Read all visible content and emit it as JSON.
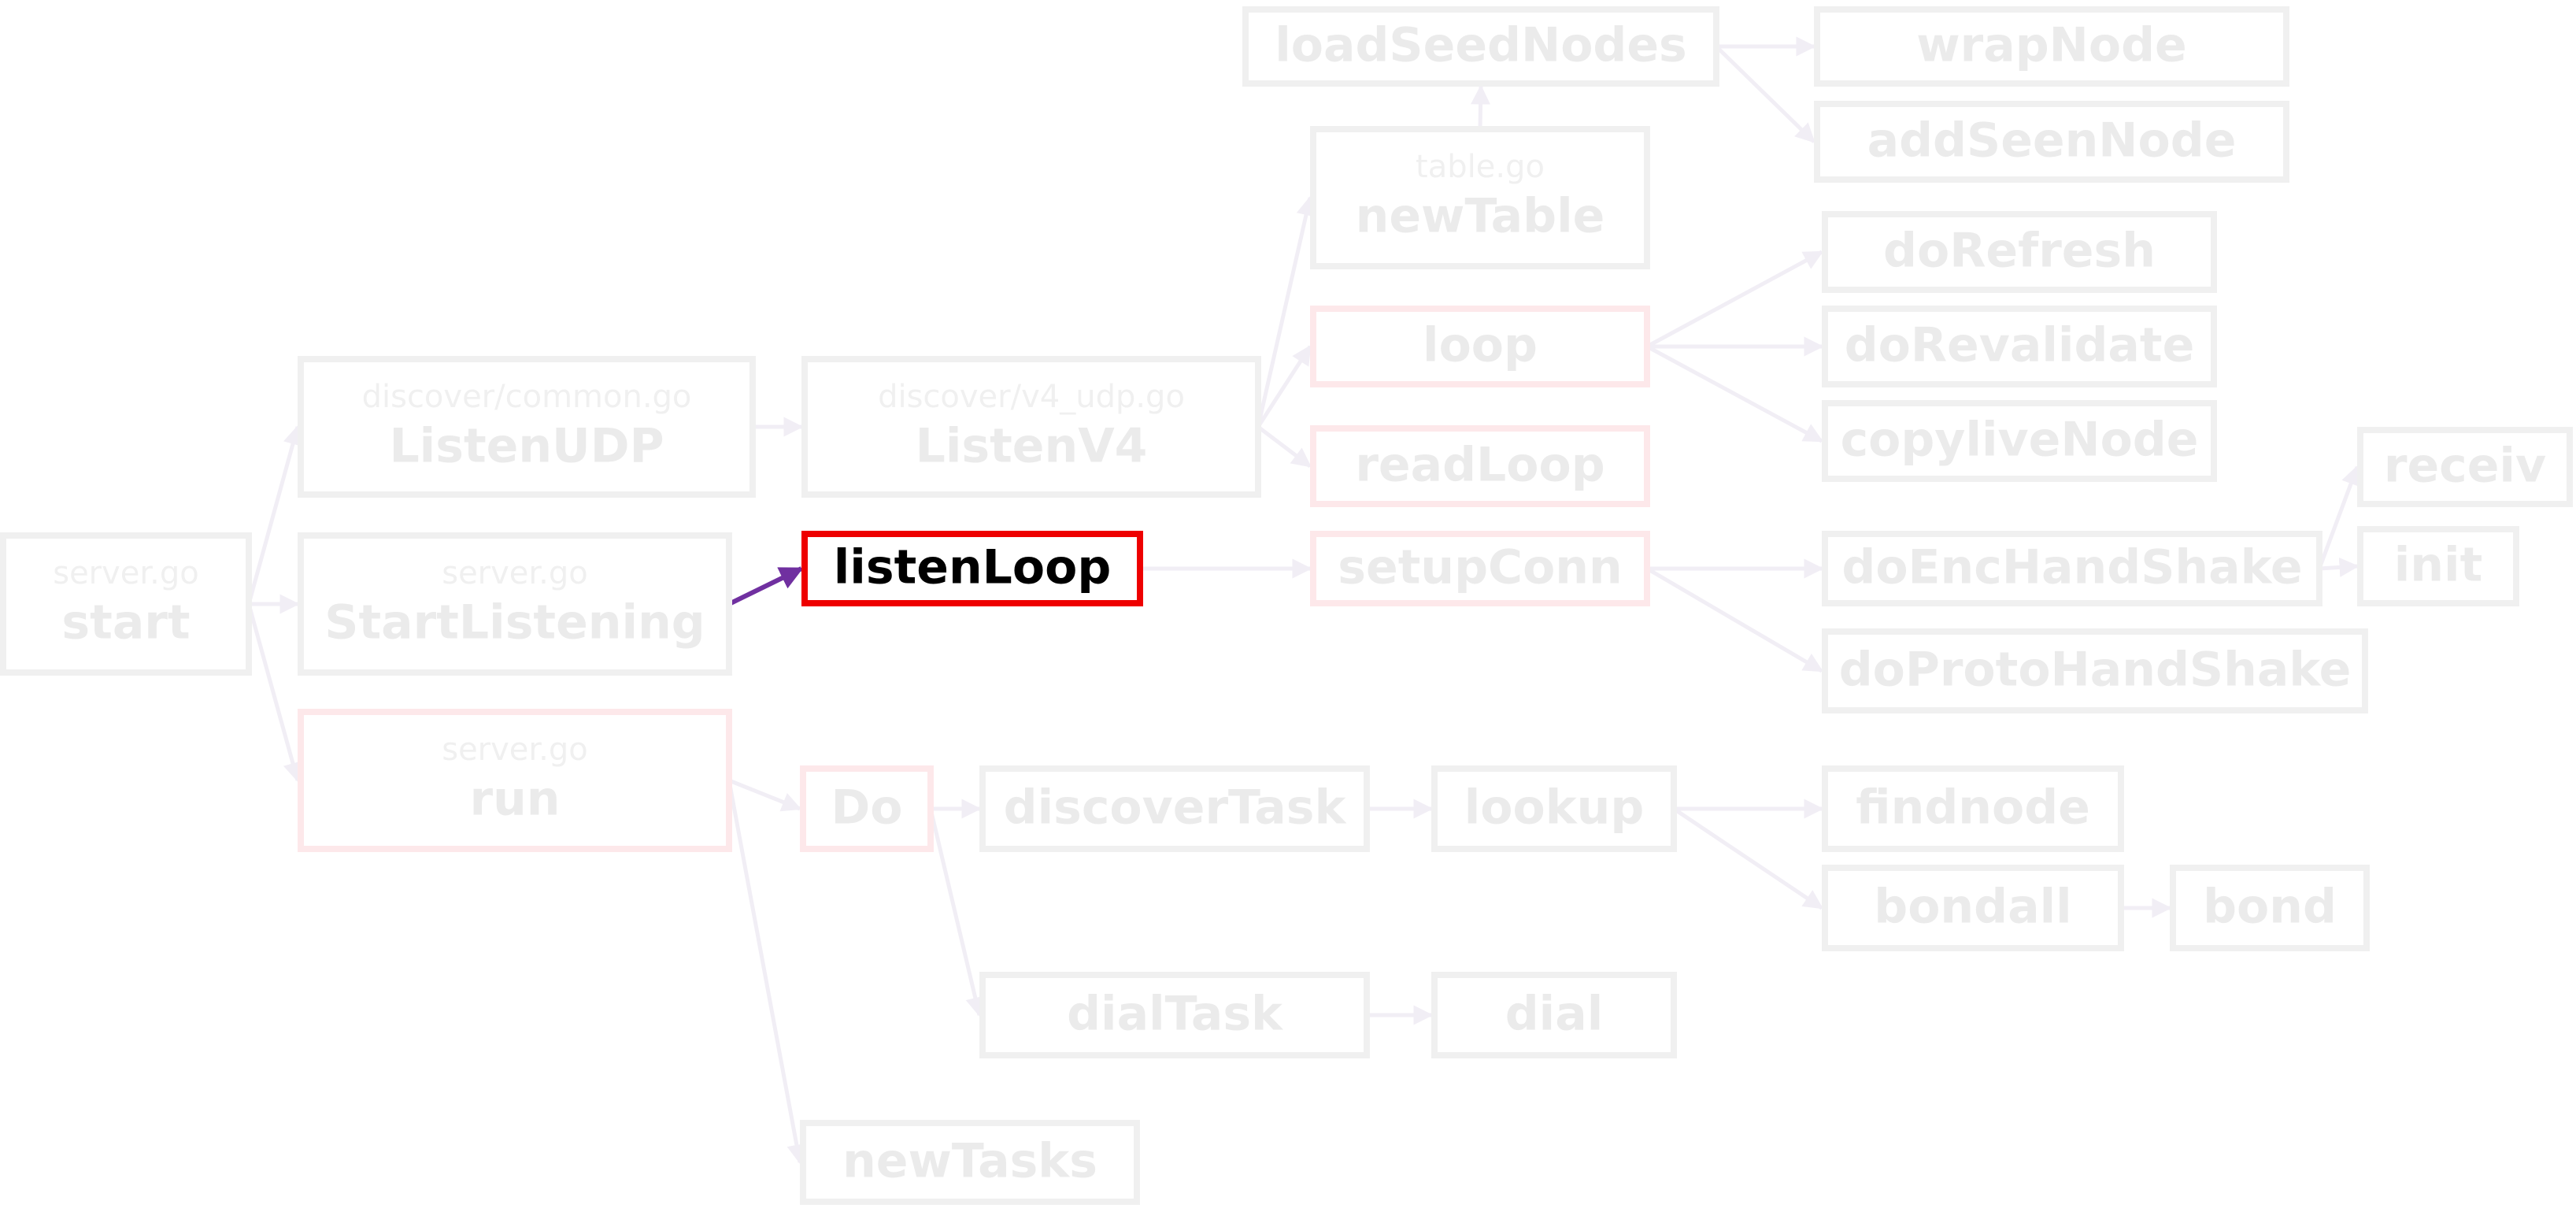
{
  "nodes": [
    {
      "id": "loadSeedNodes",
      "name": "loadSeedNodes",
      "file": "",
      "state": "faded"
    },
    {
      "id": "wrapNode",
      "name": "wrapNode",
      "file": "",
      "state": "faded"
    },
    {
      "id": "addSeenNode",
      "name": "addSeenNode",
      "file": "",
      "state": "faded"
    },
    {
      "id": "newTable",
      "name": "newTable",
      "file": "table.go",
      "state": "faded"
    },
    {
      "id": "doRefresh",
      "name": "doRefresh",
      "file": "",
      "state": "faded"
    },
    {
      "id": "loop",
      "name": "loop",
      "file": "",
      "state": "faded-red"
    },
    {
      "id": "doRevalidate",
      "name": "doRevalidate",
      "file": "",
      "state": "faded"
    },
    {
      "id": "copyliveNode",
      "name": "copyliveNode",
      "file": "",
      "state": "faded"
    },
    {
      "id": "ListenUDP",
      "name": "ListenUDP",
      "file": "discover/common.go",
      "state": "faded"
    },
    {
      "id": "ListenV4",
      "name": "ListenV4",
      "file": "discover/v4_udp.go",
      "state": "faded"
    },
    {
      "id": "readLoop",
      "name": "readLoop",
      "file": "",
      "state": "faded-red"
    },
    {
      "id": "receiv",
      "name": "receiv",
      "file": "",
      "state": "faded"
    },
    {
      "id": "start",
      "name": "start",
      "file": "server.go",
      "state": "faded"
    },
    {
      "id": "StartListening",
      "name": "StartListening",
      "file": "server.go",
      "state": "faded"
    },
    {
      "id": "listenLoop",
      "name": "listenLoop",
      "file": "",
      "state": "active"
    },
    {
      "id": "setupConn",
      "name": "setupConn",
      "file": "",
      "state": "faded-red"
    },
    {
      "id": "doEncHandShake",
      "name": "doEncHandShake",
      "file": "",
      "state": "faded"
    },
    {
      "id": "init",
      "name": "init",
      "file": "",
      "state": "faded"
    },
    {
      "id": "doProtoHandShake",
      "name": "doProtoHandShake",
      "file": "",
      "state": "faded"
    },
    {
      "id": "run",
      "name": "run",
      "file": "server.go",
      "state": "faded-red"
    },
    {
      "id": "Do",
      "name": "Do",
      "file": "",
      "state": "faded-red"
    },
    {
      "id": "discoverTask",
      "name": "discoverTask",
      "file": "",
      "state": "faded"
    },
    {
      "id": "lookup",
      "name": "lookup",
      "file": "",
      "state": "faded"
    },
    {
      "id": "findnode",
      "name": "findnode",
      "file": "",
      "state": "faded"
    },
    {
      "id": "bondall",
      "name": "bondall",
      "file": "",
      "state": "faded"
    },
    {
      "id": "bond",
      "name": "bond",
      "file": "",
      "state": "faded"
    },
    {
      "id": "dialTask",
      "name": "dialTask",
      "file": "",
      "state": "faded"
    },
    {
      "id": "dial",
      "name": "dial",
      "file": "",
      "state": "faded"
    },
    {
      "id": "newTasks",
      "name": "newTasks",
      "file": "",
      "state": "faded"
    }
  ],
  "edges": [
    {
      "from": "start",
      "to": "ListenUDP",
      "active": false
    },
    {
      "from": "start",
      "to": "StartListening",
      "active": false
    },
    {
      "from": "start",
      "to": "run",
      "active": false
    },
    {
      "from": "ListenUDP",
      "to": "ListenV4",
      "active": false
    },
    {
      "from": "ListenV4",
      "to": "newTable",
      "active": false
    },
    {
      "from": "ListenV4",
      "to": "loop",
      "active": false
    },
    {
      "from": "ListenV4",
      "to": "readLoop",
      "active": false
    },
    {
      "from": "newTable",
      "to": "loadSeedNodes",
      "active": false
    },
    {
      "from": "loadSeedNodes",
      "to": "wrapNode",
      "active": false
    },
    {
      "from": "loadSeedNodes",
      "to": "addSeenNode",
      "active": false
    },
    {
      "from": "loop",
      "to": "doRefresh",
      "active": false
    },
    {
      "from": "loop",
      "to": "doRevalidate",
      "active": false
    },
    {
      "from": "loop",
      "to": "copyliveNode",
      "active": false
    },
    {
      "from": "StartListening",
      "to": "listenLoop",
      "active": true
    },
    {
      "from": "listenLoop",
      "to": "setupConn",
      "active": false
    },
    {
      "from": "setupConn",
      "to": "doEncHandShake",
      "active": false
    },
    {
      "from": "setupConn",
      "to": "doProtoHandShake",
      "active": false
    },
    {
      "from": "doEncHandShake",
      "to": "receiv",
      "active": false
    },
    {
      "from": "doEncHandShake",
      "to": "init",
      "active": false
    },
    {
      "from": "run",
      "to": "Do",
      "active": false
    },
    {
      "from": "run",
      "to": "newTasks",
      "active": false
    },
    {
      "from": "Do",
      "to": "discoverTask",
      "active": false
    },
    {
      "from": "Do",
      "to": "dialTask",
      "active": false
    },
    {
      "from": "discoverTask",
      "to": "lookup",
      "active": false
    },
    {
      "from": "lookup",
      "to": "findnode",
      "active": false
    },
    {
      "from": "lookup",
      "to": "bondall",
      "active": false
    },
    {
      "from": "bondall",
      "to": "bond",
      "active": false
    },
    {
      "from": "dialTask",
      "to": "dial",
      "active": false
    }
  ],
  "colors": {
    "active_border": "#ee0000",
    "active_edge": "#7030a0",
    "faded_border": "#f0f0f0",
    "faded_red_border": "#fde8ea",
    "faded_text": "#ebebeb"
  }
}
